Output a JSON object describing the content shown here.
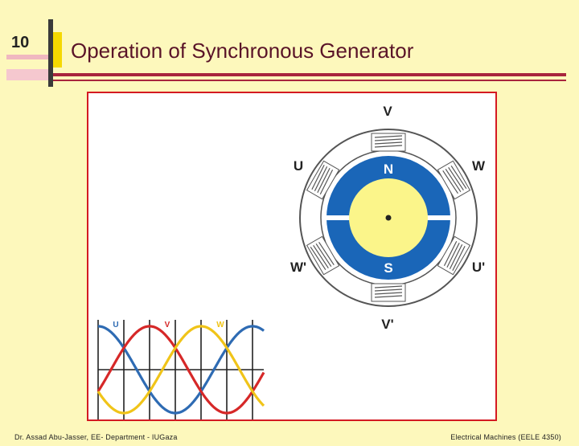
{
  "slide": {
    "number": "10",
    "title": "Operation of Synchronous Generator"
  },
  "diagram": {
    "stator_labels": {
      "v": "V",
      "u": "U",
      "w": "W",
      "w_prime": "W'",
      "u_prime": "U'",
      "v_prime": "V'"
    },
    "rotor_labels": {
      "north": "N",
      "south": "S"
    },
    "colors": {
      "rotor_blue": "#1a66b8",
      "rotor_yellow": "#fbf58a",
      "coil_gray": "#6e6e6e"
    }
  },
  "waveform": {
    "labels": {
      "u": "U",
      "v": "V",
      "w": "W"
    },
    "colors": {
      "u": "#2e6bb3",
      "v": "#d62828",
      "w": "#f0c419"
    }
  },
  "footer": {
    "left": "Dr. Assad Abu-Jasser, EE- Department - IUGaza",
    "right": "Electrical Machines (EELE 4350)"
  }
}
